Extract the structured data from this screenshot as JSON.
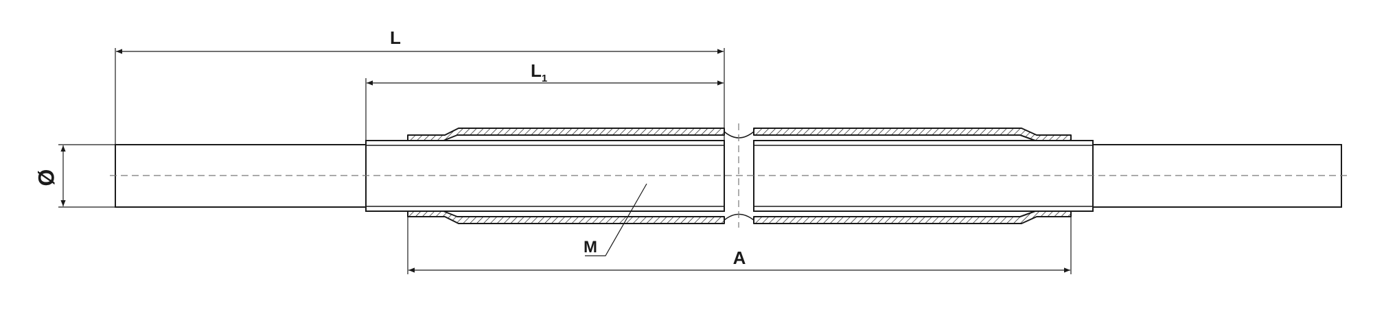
{
  "labels": {
    "overall_length": "L",
    "thread_length_letter": "L",
    "thread_length_subscript": "1",
    "diameter": "Ø",
    "thread": "M",
    "body_length": "A"
  },
  "colors": {
    "stroke": "#1a1a1a",
    "centerline": "#777777",
    "fill": "#ffffff"
  }
}
